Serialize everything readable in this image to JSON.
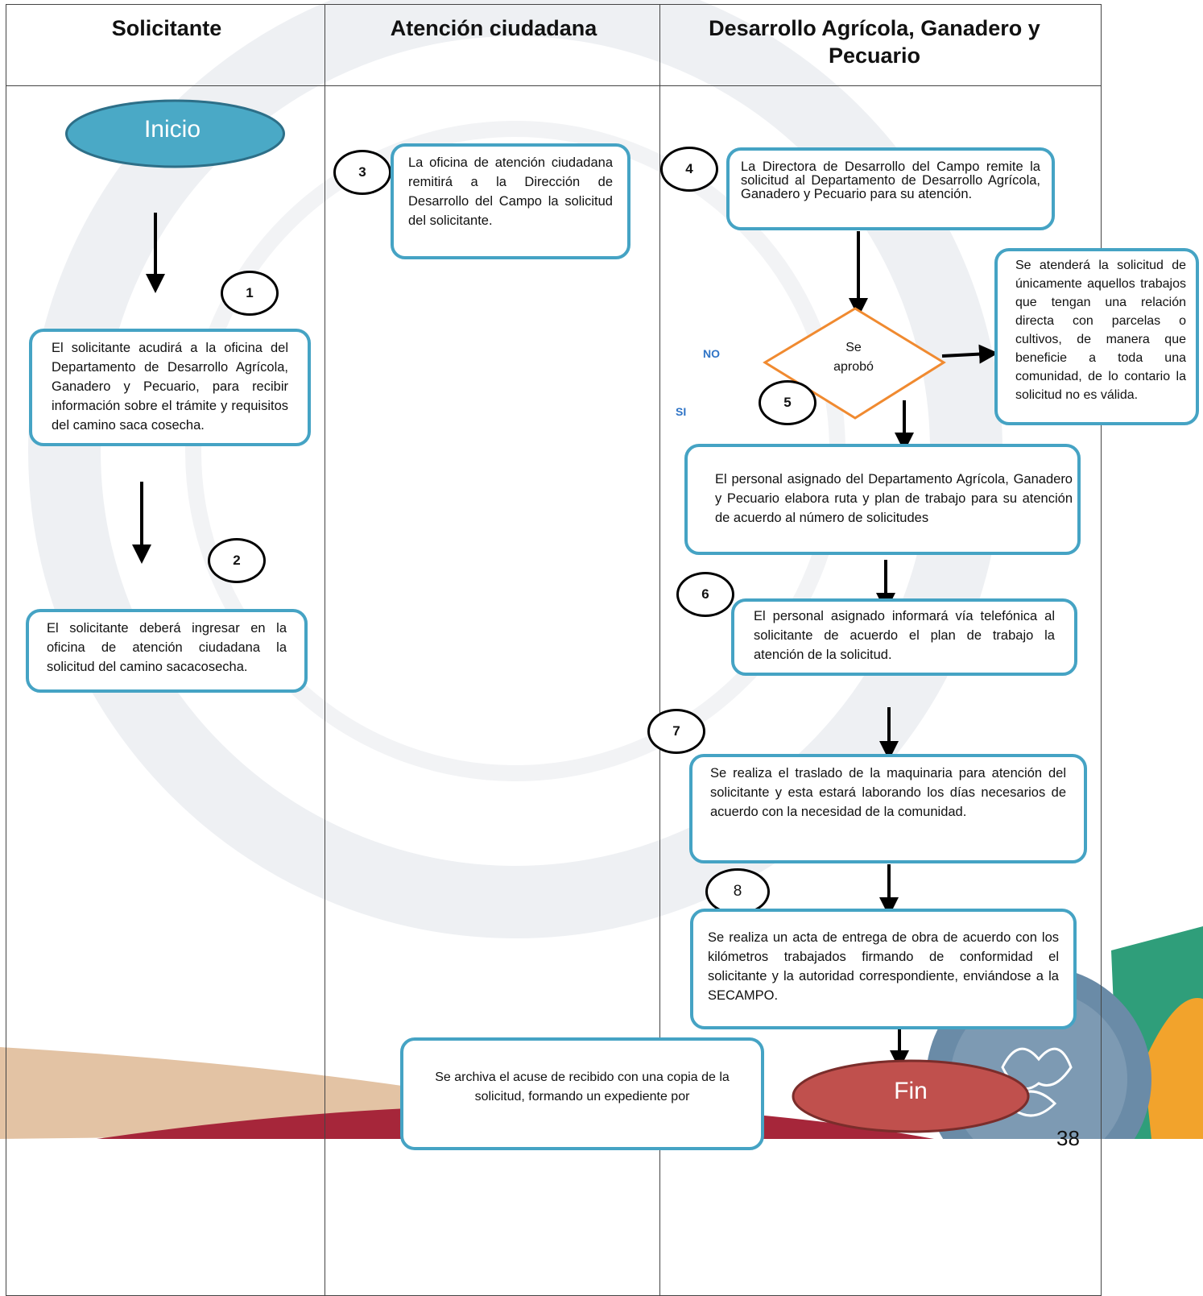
{
  "lanes": {
    "solicitante": "Solicitante",
    "atencion": "Atención ciudadana",
    "desarrollo": "Desarrollo Agrícola, Ganadero y Pecuario"
  },
  "shapes": {
    "inicio": "Inicio",
    "fin": "Fin",
    "decision": "Se aprobó",
    "no_label": "NO",
    "si_label": "SI"
  },
  "steps": [
    {
      "n": "1",
      "text": "El solicitante acudirá a la oficina del Departamento de Desarrollo Agrícola, Ganadero y Pecuario, para recibir información sobre el trámite y requisitos del camino saca cosecha."
    },
    {
      "n": "2",
      "text": "El solicitante deberá ingresar en la oficina de atención ciudadana la solicitud del camino sacacosecha."
    },
    {
      "n": "3",
      "text": "La oficina de atención ciudadana remitirá a la Dirección de Desarrollo del Campo la solicitud del solicitante."
    },
    {
      "n": "4",
      "text": "La Directora de Desarrollo del Campo remite la solicitud al Departamento de Desarrollo Agrícola, Ganadero y Pecuario para su atención."
    },
    {
      "n": "5",
      "text": "El personal asignado del Departamento Agrícola, Ganadero y Pecuario elabora ruta y plan de trabajo para su atención de acuerdo al número de solicitudes"
    },
    {
      "n": "6",
      "text": "El personal asignado informará vía telefónica al solicitante de acuerdo el plan de trabajo la atención de la solicitud."
    },
    {
      "n": "7",
      "text": "Se realiza el traslado de la maquinaria para atención del solicitante y esta estará laborando los días necesarios de acuerdo con la necesidad de la comunidad."
    },
    {
      "n": "8",
      "text": "Se realiza un acta de entrega de obra de acuerdo con los kilómetros trabajados firmando de conformidad el solicitante y la autoridad correspondiente, enviándose a la SECAMPO."
    }
  ],
  "rejection_note": "Se atenderá la solicitud de únicamente aquellos trabajos que tengan una relación directa con parcelas o cultivos, de manera que beneficie a toda una comunidad, de lo contario la solicitud no es válida.",
  "archive_note": "Se archiva el acuse de recibido con una copia de la solicitud, formando un expediente por",
  "page_number": "38",
  "colors": {
    "box_border": "#45a3c4",
    "inicio_fill": "#4aa9c6",
    "fin_fill": "#c0504d",
    "decision_border": "#f08a30",
    "no_si_label": "#2f74c6"
  }
}
